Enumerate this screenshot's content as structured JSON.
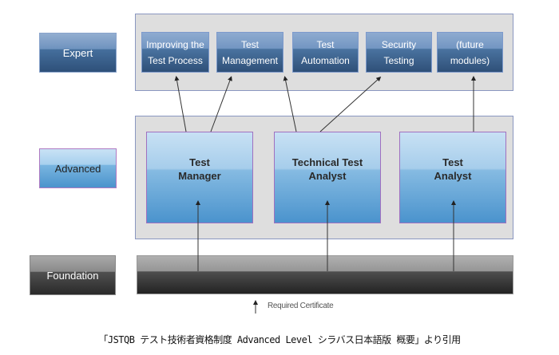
{
  "levels": {
    "expert": "Expert",
    "advanced": "Advanced",
    "foundation": "Foundation"
  },
  "expert_modules": [
    {
      "line1": "Improving the",
      "line2": "Test Process"
    },
    {
      "line1": "Test",
      "line2": "Management"
    },
    {
      "line1": "Test",
      "line2": "Automation"
    },
    {
      "line1": "Security",
      "line2": "Testing"
    },
    {
      "line1": "(future",
      "line2": "modules)"
    }
  ],
  "advanced_roles": [
    {
      "line1": "Test",
      "line2": "Manager"
    },
    {
      "line1": "Technical Test",
      "line2": "Analyst"
    },
    {
      "line1": "Test",
      "line2": "Analyst"
    }
  ],
  "relationships": [
    {
      "from": "Test Manager",
      "to": "Improving the Test Process"
    },
    {
      "from": "Test Manager",
      "to": "Test Management"
    },
    {
      "from": "Technical Test Analyst",
      "to": "Test Automation"
    },
    {
      "from": "Technical Test Analyst",
      "to": "Security Testing"
    },
    {
      "from": "Test Analyst",
      "to": "(future modules)"
    },
    {
      "from": "Foundation",
      "to": "Test Manager"
    },
    {
      "from": "Foundation",
      "to": "Technical Test Analyst"
    },
    {
      "from": "Foundation",
      "to": "Test Analyst"
    }
  ],
  "legend": {
    "arrow_meaning": "Required Certificate",
    "icon": "up-arrow-icon"
  },
  "caption": "「JSTQB テスト技術者資格制度 Advanced Level シラバス日本語版 概要」より引用",
  "colors": {
    "expert_blue": "#456f9d",
    "advanced_blue": "#79b5e0",
    "foundation_gray": "#4e4e4e",
    "container_gray": "#dedede"
  }
}
